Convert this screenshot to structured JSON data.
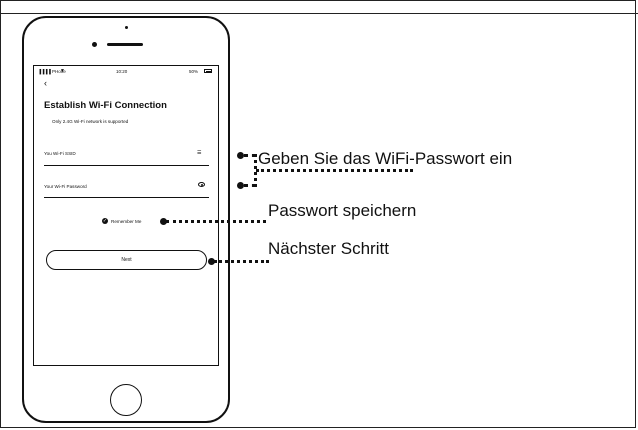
{
  "phone": {
    "status": {
      "carrier": "▐▐▐▐ PHone",
      "time": "10:20",
      "battery_pct": "50%"
    },
    "title": "Establish Wi-Fi Connection",
    "subtitle": "Only 2.4G Wi-Fi network is supported",
    "ssid_label": "You Wi-Fi SSID",
    "ssid_icon": "☰",
    "password_label": "Your Wi-Fi Password",
    "remember_label": "Remember Me",
    "next_label": "Next"
  },
  "callouts": {
    "password": "Geben Sie das WiFi-Passwort ein",
    "remember": "Passwort speichern",
    "next": "Nächster Schritt"
  }
}
